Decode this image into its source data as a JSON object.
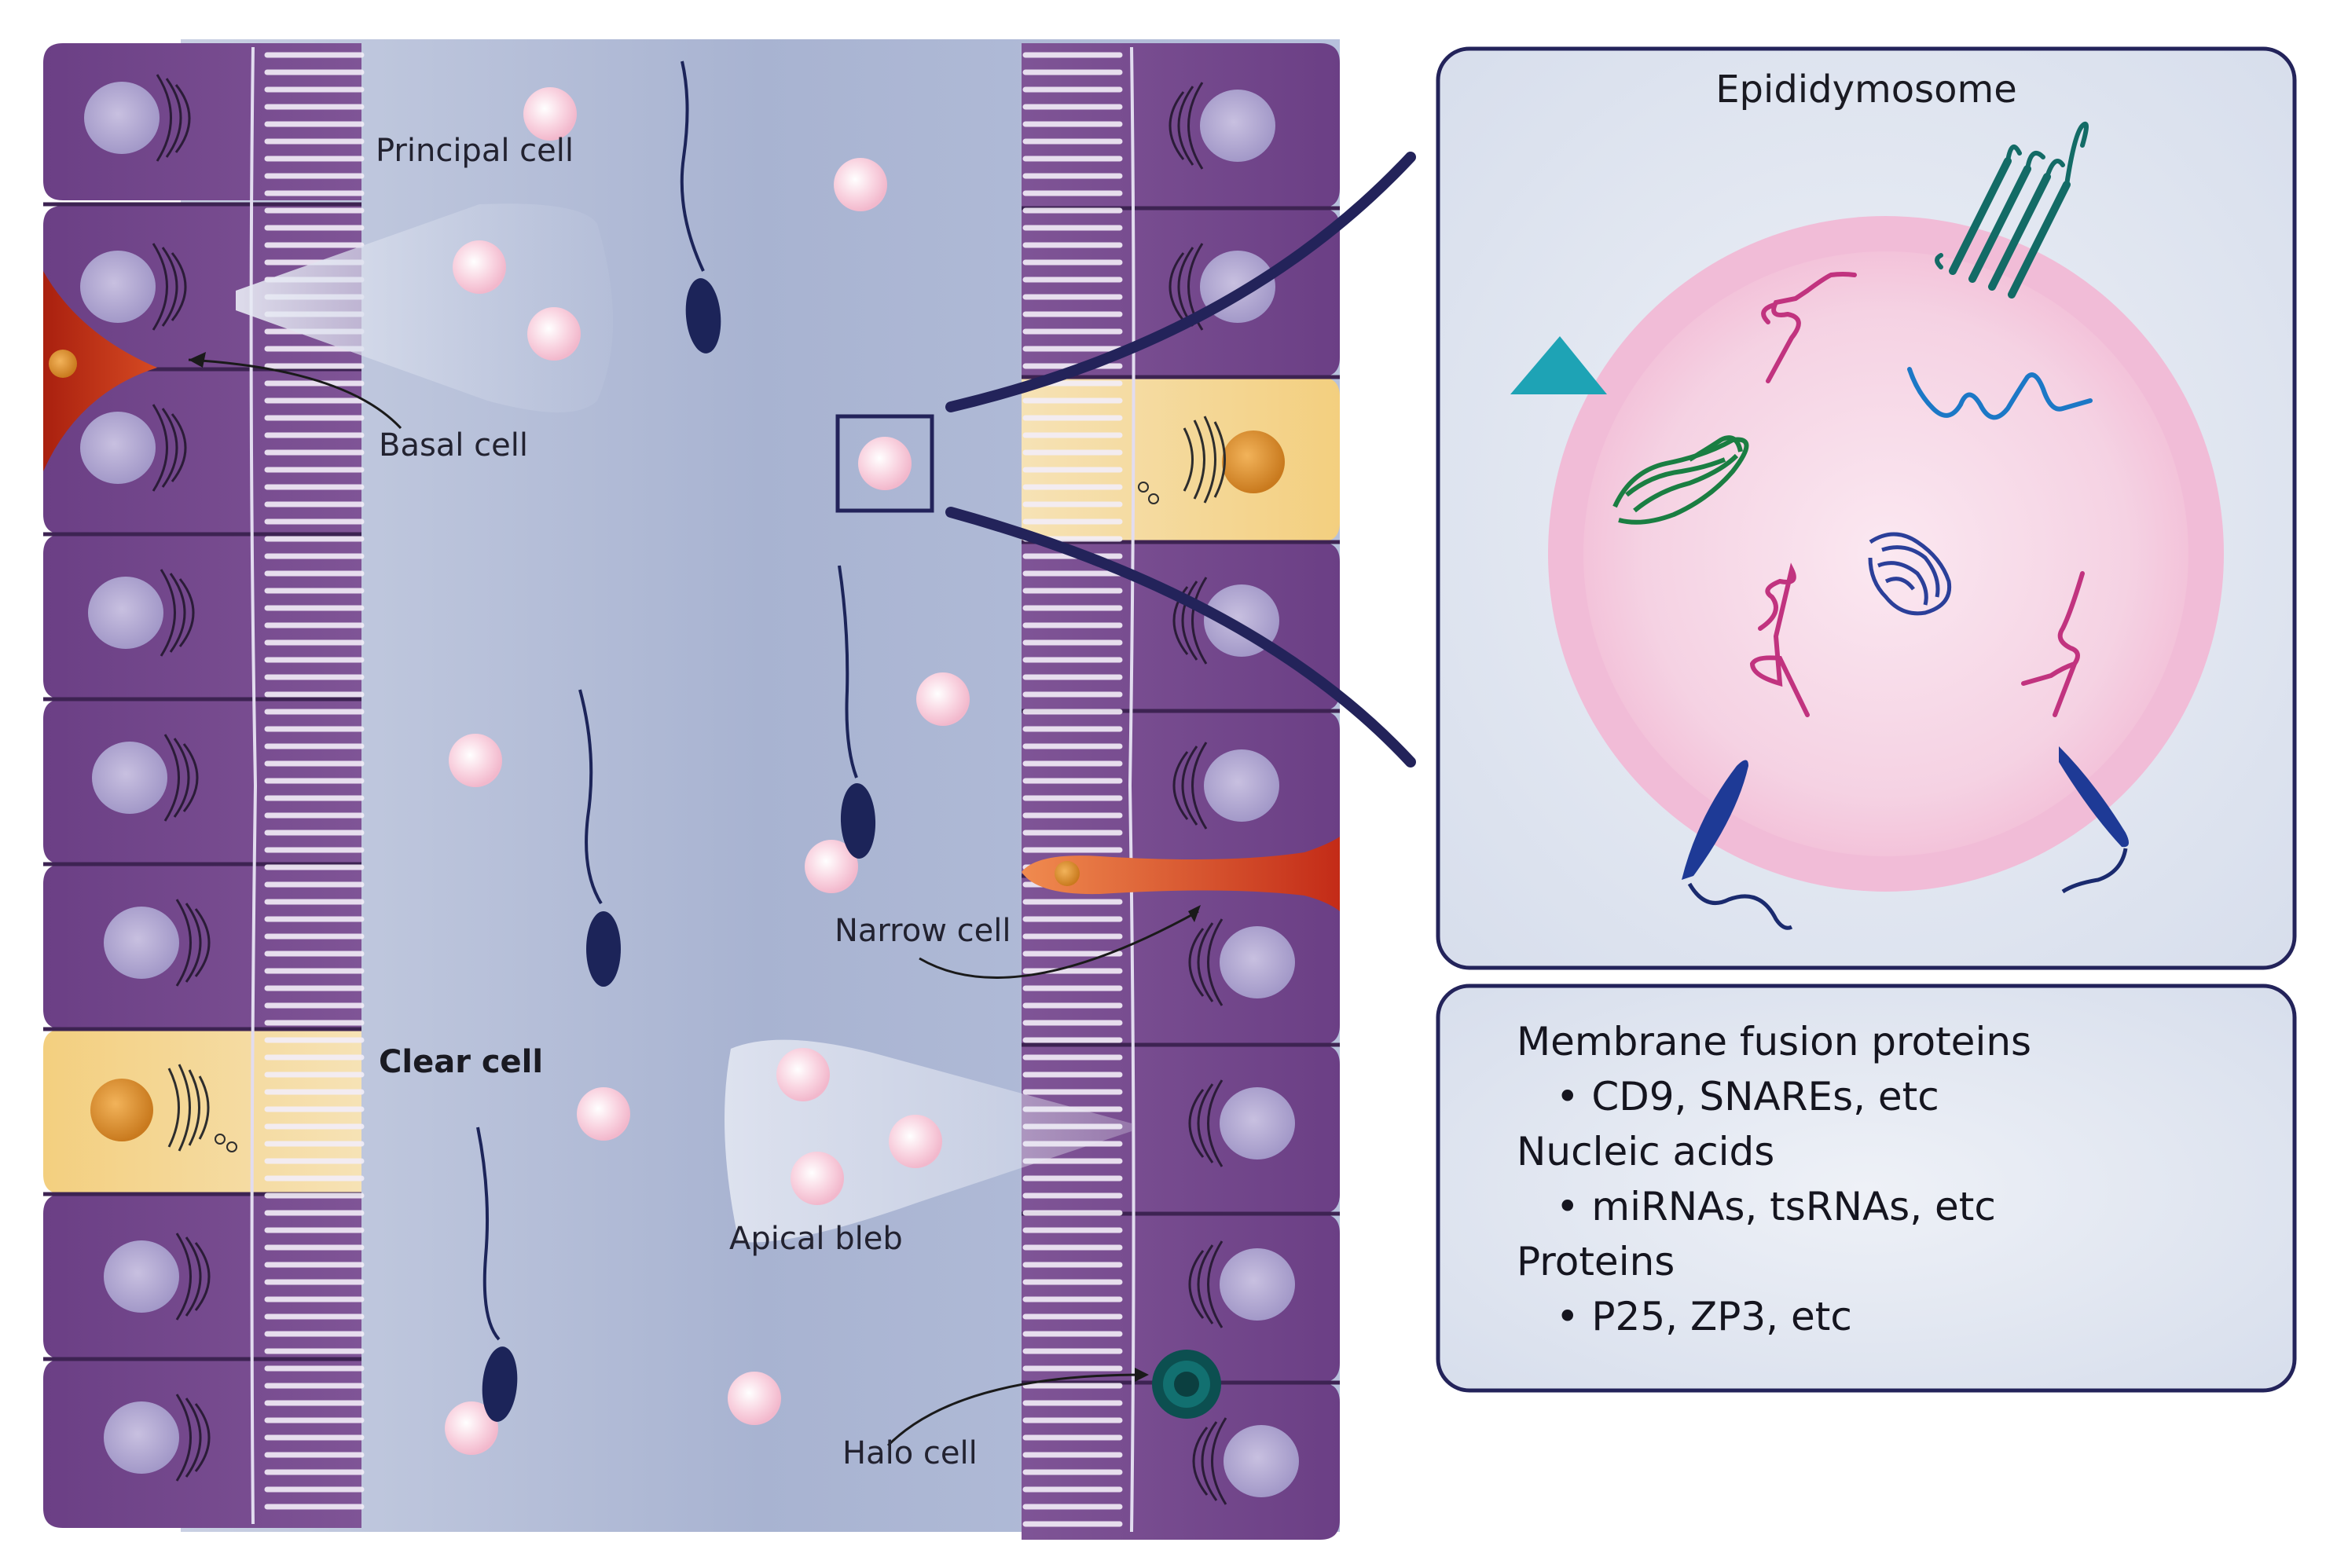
{
  "labels": {
    "principal_cell": "Principal cell",
    "basal_cell": "Basal cell",
    "clear_cell": "Clear cell",
    "narrow_cell": "Narrow cell",
    "apical_bleb": "Apical bleb",
    "halo_cell": "Halo cell"
  },
  "epididymosome": {
    "title": "Epididymosome"
  },
  "cargo": {
    "lines": [
      "Membrane fusion proteins",
      "• CD9, SNAREs, etc",
      "Nucleic acids",
      "• miRNAs, tsRNAs, etc",
      "Proteins",
      "• P25, ZP3, etc"
    ]
  },
  "colors": {
    "principal_cell": "#6a3f83",
    "principal_cell_dark": "#4e2a66",
    "clear_cell": "#f0cd7d",
    "nucleus": "#b3abd3",
    "lumen": "#aab5d3",
    "vesicle": "#f6c7d6",
    "sperm": "#1c2459",
    "basal_narrow": "#c8321f",
    "halo": "#0e5b5b",
    "panel_border": "#23235a",
    "panel_fill": "#dde3ef",
    "epididymosome_membrane": "#f1b3d3",
    "epididymosome_core": "#f8dbe9",
    "teal_marker": "#1ea3b5"
  }
}
